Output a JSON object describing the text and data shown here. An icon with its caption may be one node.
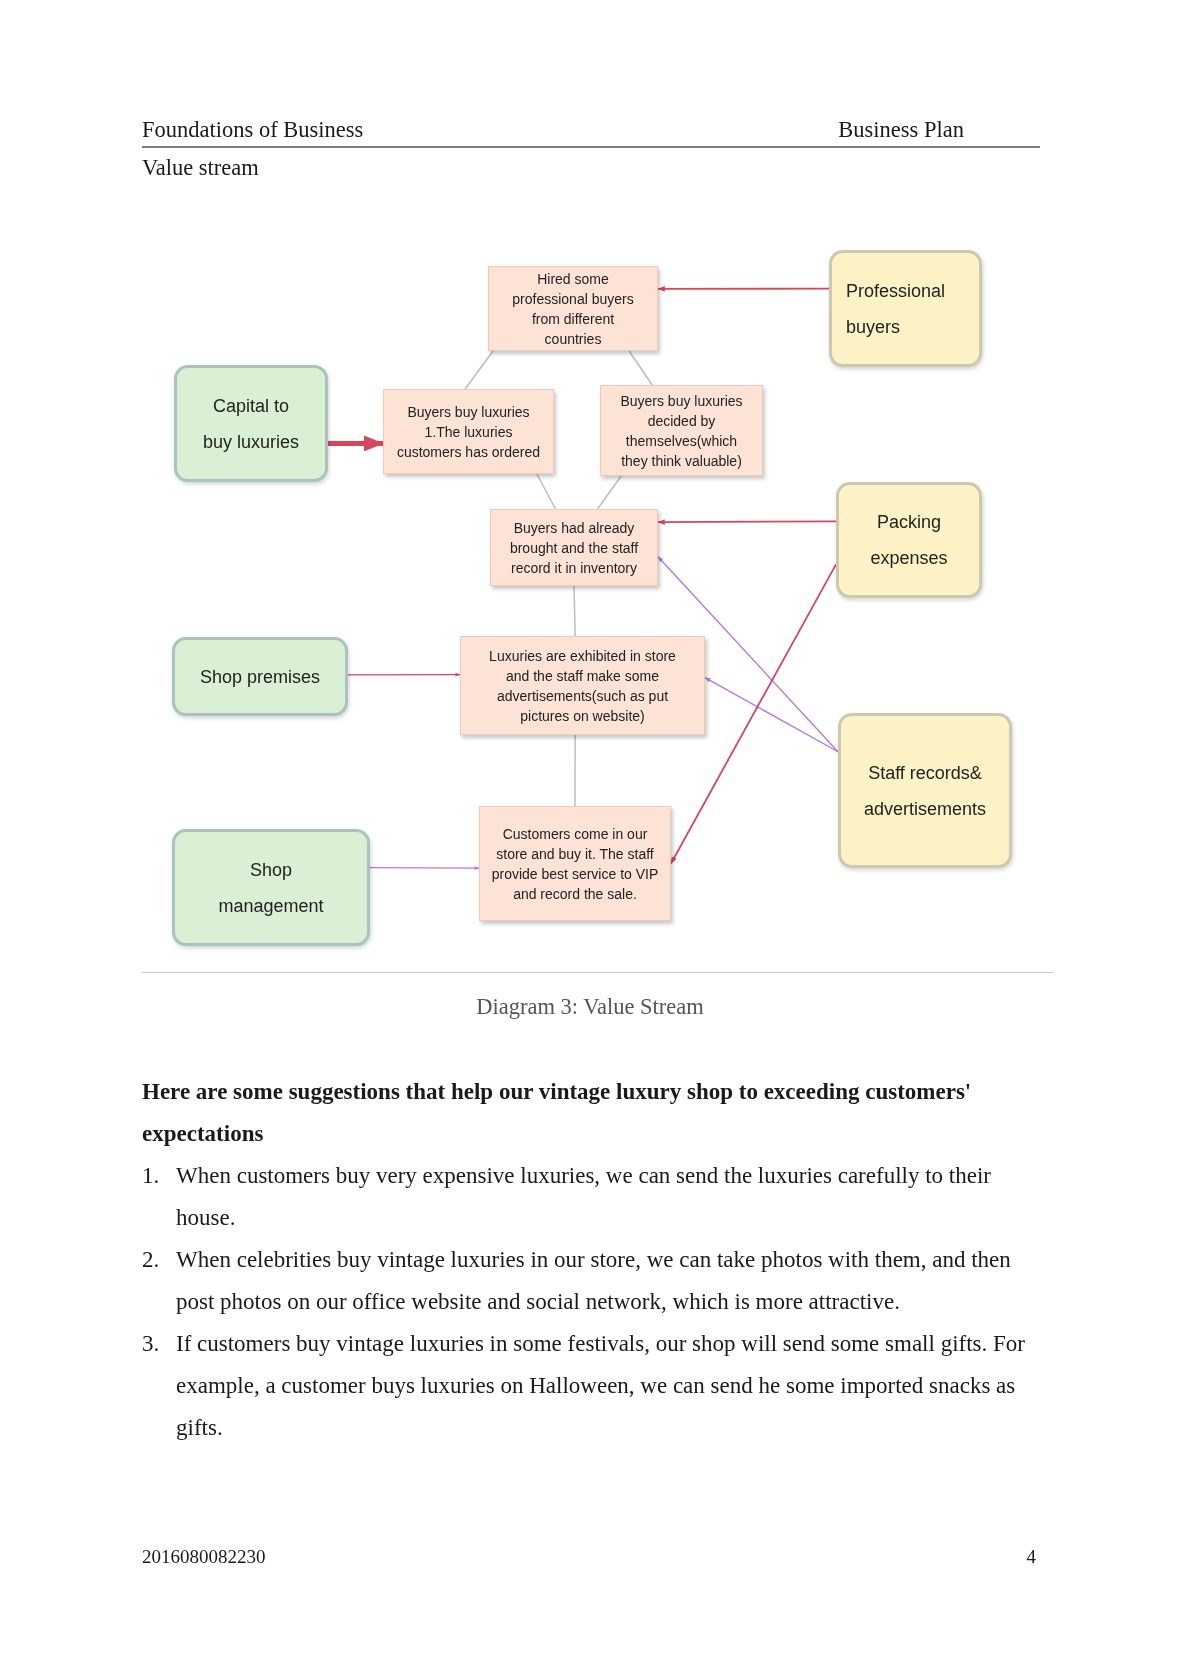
{
  "diagram": {
    "caption": "Diagram 3: Value Stream",
    "nodes": [
      {
        "text": [
          "Hired some professional buyers from different countries"
        ]
      },
      {
        "text": [
          "Professional buyers"
        ]
      },
      {
        "text": [
          "Capital to buy luxuries"
        ]
      },
      {
        "text": [
          "Buyers buy luxuries 1.The luxuries customers has ordered"
        ]
      },
      {
        "text": [
          "Buyers buy luxuries decided by themselves(which they think valuable)"
        ]
      },
      {
        "text": [
          "Buyers had already brought and the staff record it in inventory"
        ]
      },
      {
        "text": [
          "Packing expenses"
        ]
      },
      {
        "text": [
          "Shop premises"
        ]
      },
      {
        "text": [
          "Luxuries are exhibited in store and the staff make some advertisements(such as put pictures on website)"
        ]
      },
      {
        "text": [
          "Staff records& advertisements"
        ]
      },
      {
        "text": [
          "Shop management"
        ]
      },
      {
        "text": [
          "Customers come in our store and buy it. The staff provide best service to VIP and record the sale."
        ]
      }
    ],
    "edges": [
      {
        "from": 1,
        "to": 0,
        "arrow": "to",
        "color": "#d4475c"
      },
      {
        "from": 0,
        "to": 3,
        "arrow": "none"
      },
      {
        "from": 0,
        "to": 4,
        "arrow": "none"
      },
      {
        "from": 2,
        "to": 3,
        "arrow": "to",
        "style": "thick",
        "color": "#d4475c"
      },
      {
        "from": 3,
        "to": 5,
        "arrow": "none"
      },
      {
        "from": 4,
        "to": 5,
        "arrow": "none"
      },
      {
        "from": 6,
        "to": 5,
        "arrow": "to",
        "color": "#d4475c"
      },
      {
        "from": 5,
        "to": 8,
        "arrow": "none"
      },
      {
        "from": 7,
        "to": 8,
        "arrow": "to",
        "color": "#d4475c"
      },
      {
        "from": 9,
        "to": 5,
        "arrow": "to",
        "color": "#b678de"
      },
      {
        "from": 9,
        "to": 8,
        "arrow": "to",
        "color": "#b678de"
      },
      {
        "from": 8,
        "to": 11,
        "arrow": "none"
      },
      {
        "from": 10,
        "to": 11,
        "arrow": "to",
        "color": "#b678de"
      },
      {
        "from": 6,
        "to": 11,
        "arrow": "to",
        "color": "#d4475c"
      }
    ],
    "labels": [
      "Foundations of Business",
      "Business Plan",
      "Value stream",
      "Here are some suggestions that help our vintage luxury shop to exceeding customers' expectations",
      "1.",
      "When customers buy very expensive luxuries, we can send the luxuries carefully to their house.",
      "2.",
      "When celebrities buy vintage luxuries in our store, we can take photos with them, and then post photos on our office website and social network, which is more attractive.",
      "3.",
      "If customers buy vintage luxuries in some festivals, our shop will send some small gifts. For example, a customer buys luxuries on Halloween, we can send he some imported snacks as gifts.",
      "2016080082230",
      "4"
    ]
  }
}
